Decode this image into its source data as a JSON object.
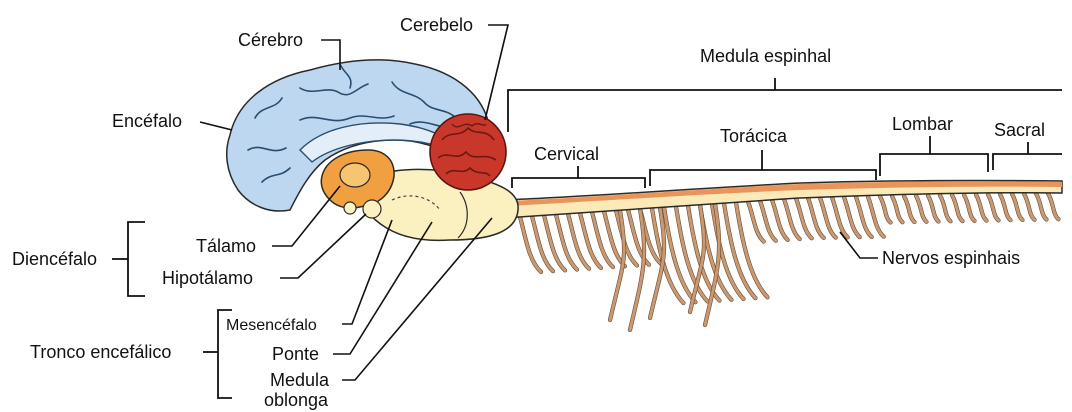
{
  "labels": {
    "cerebro": "Cérebro",
    "cerebelo": "Cerebelo",
    "encefalo": "Encéfalo",
    "medula_espinhal": "Medula espinhal",
    "cervical": "Cervical",
    "toracica": "Torácica",
    "lombar": "Lombar",
    "sacral": "Sacral",
    "nervos_espinhais": "Nervos espinhais",
    "diencefalo": "Diencéfalo",
    "talamo": "Tálamo",
    "hipotalamo": "Hipotálamo",
    "tronco_encefalico": "Tronco encefálico",
    "mesencefalo": "Mesencéfalo",
    "ponte": "Ponte",
    "medula_oblonga_1": "Medula",
    "medula_oblonga_2": "oblonga"
  },
  "colors": {
    "cerebrum": "#bcd7ef",
    "cerebellum": "#c8372a",
    "diencephalon": "#f0a040",
    "brainstem": "#fbf1c0",
    "spinal_cord": "#e8945a",
    "nerves": "#d7ae88"
  }
}
